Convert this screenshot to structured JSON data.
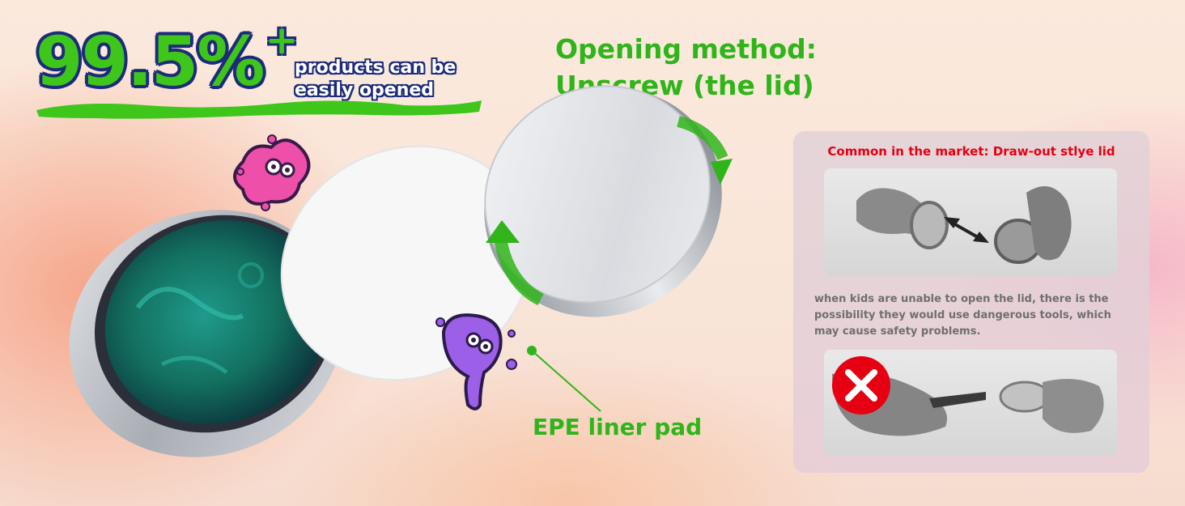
{
  "headline": {
    "number": "99.5%",
    "plus": "+",
    "subtext": "products can be easily opened"
  },
  "opening_method": {
    "line1": "Opening method:",
    "line2": "Unscrew (the lid)"
  },
  "liner_label": "EPE liner pad",
  "comparison_panel": {
    "title": "Common in the market:  Draw-out stlye lid",
    "warning": "when kids are unable to open the lid, there is the possibility they would use dangerous tools, which may cause safety problems."
  },
  "colors": {
    "green": "#2fb51a",
    "navy": "#1c2b7a",
    "red": "#e60012"
  },
  "icons": [
    "pink-slime-monster-icon",
    "purple-slime-monster-icon",
    "rotation-arrow-icon",
    "double-arrow-icon",
    "red-x-icon"
  ]
}
